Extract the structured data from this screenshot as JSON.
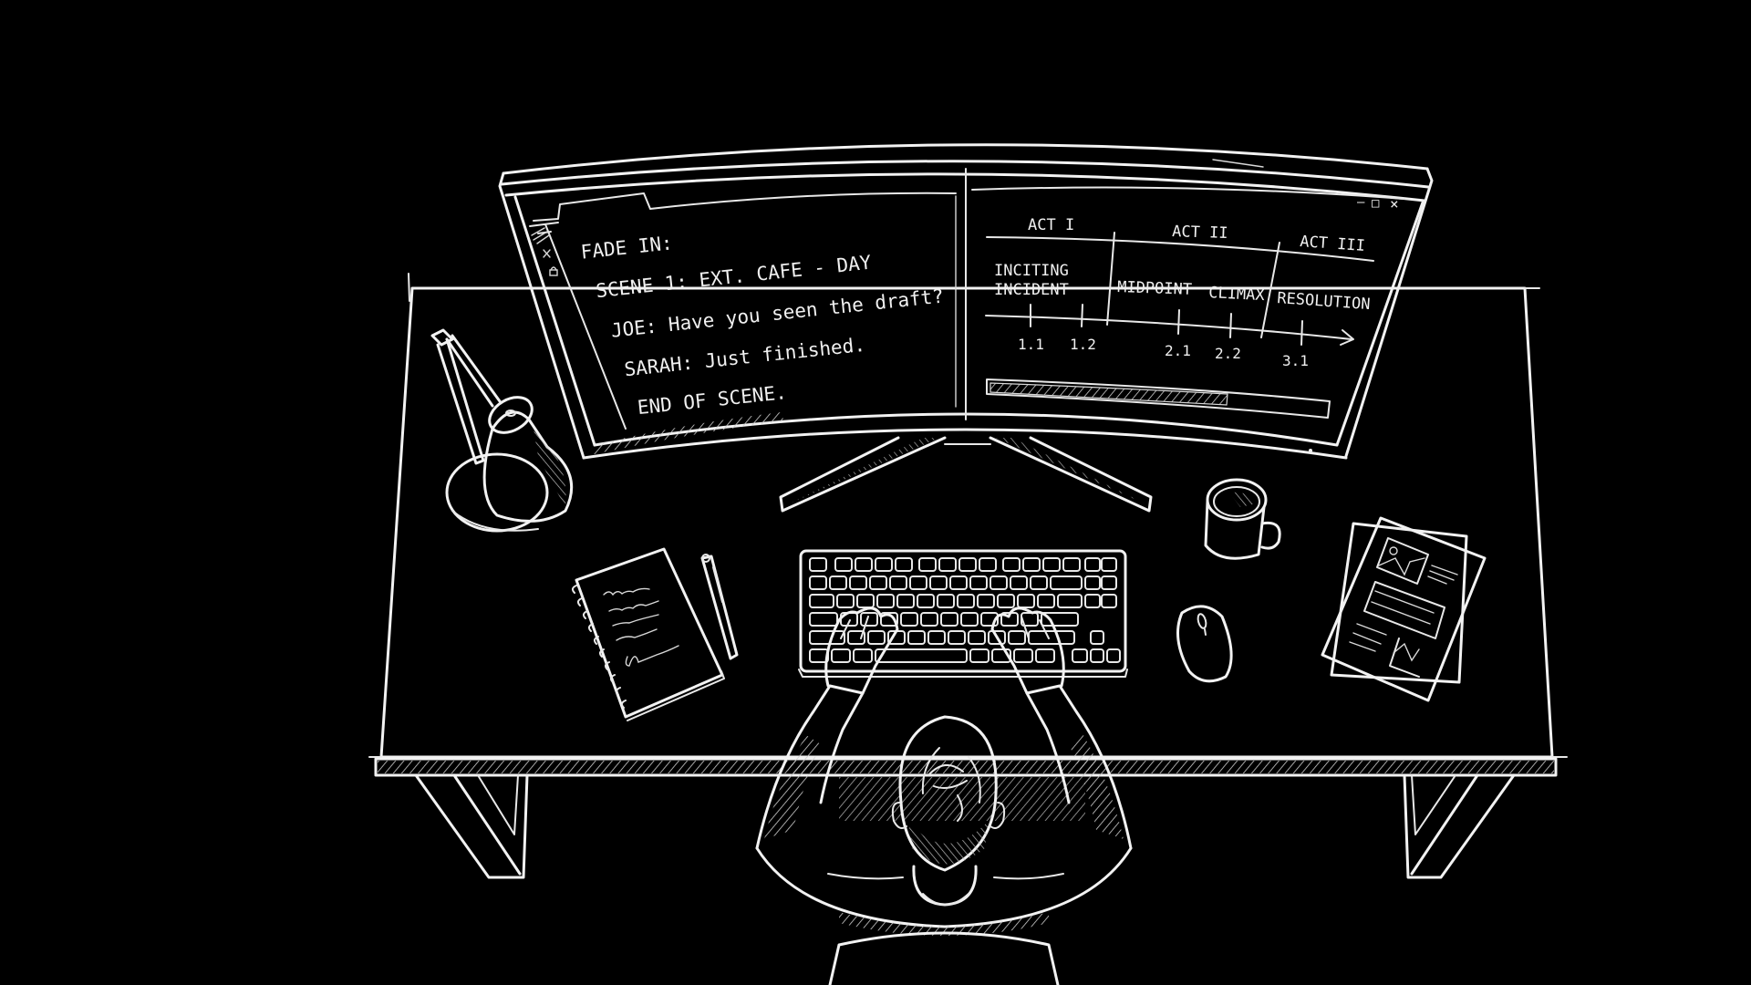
{
  "scene": {
    "description": "Top-down line-art illustration of a screenwriter at a desk with a curved monitor",
    "background_color": "#000000",
    "line_color": "#f2f2f2"
  },
  "monitor": {
    "left_panel": {
      "title": "screenplay-editor",
      "sidebar_icons": [
        "brush-icon",
        "scissors-icon",
        "lock-icon"
      ],
      "lines": [
        "FADE IN:",
        "SCENE 1: EXT. CAFE - DAY",
        "JOE: Have you seen the draft?",
        "SARAH: Just finished.",
        "END OF SCENE."
      ]
    },
    "right_panel": {
      "window_controls": {
        "minimize": "–",
        "maximize": "□",
        "close": "×"
      },
      "acts": [
        "ACT I",
        "ACT II",
        "ACT III"
      ],
      "beats": {
        "inciting_line1": "INCITING",
        "inciting_line2": "INCIDENT",
        "midpoint": "MIDPOINT",
        "climax": "CLIMAX",
        "resolution": "RESOLUTION"
      },
      "ticks": [
        "1.1",
        "1.2",
        "2.1",
        "2.2",
        "3.1"
      ],
      "progress_percent": 70
    }
  },
  "desk_items": {
    "lamp": "desk-lamp",
    "notebook": "spiral-notebook",
    "pen": "pen",
    "keyboard": "keyboard",
    "mouse": "mouse",
    "mug": "coffee-mug",
    "papers": "document-pages"
  },
  "person": {
    "pose": "typing, seen from above"
  }
}
